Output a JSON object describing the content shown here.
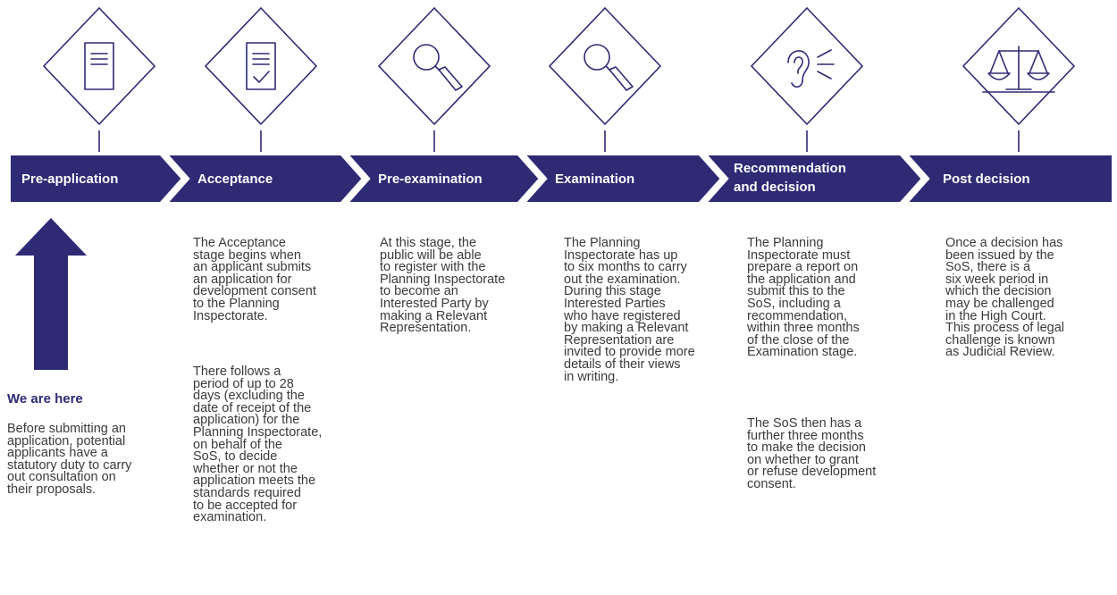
{
  "colors": {
    "navy": "#2e2a74",
    "text": "#3a3a3a",
    "background": "#ffffff"
  },
  "stages": [
    {
      "label": "Pre-application",
      "icon": "document-icon"
    },
    {
      "label": "Acceptance",
      "icon": "checked-document-icon"
    },
    {
      "label": "Pre-examination",
      "icon": "magnifier-icon"
    },
    {
      "label": "Examination",
      "icon": "magnifier-icon"
    },
    {
      "label_line1": "Recommendation",
      "label_line2": "and decision",
      "icon": "ear-icon"
    },
    {
      "label": "Post decision",
      "icon": "scales-icon"
    }
  ],
  "we_are_here": "We are here",
  "descriptions": {
    "pre_application": "Before submitting an\napplication, potential\napplicants have a\nstatutory duty to carry\nout consultation on\ntheir proposals.",
    "acceptance_1": "The Acceptance\nstage begins when\nan applicant submits\nan application for\ndevelopment consent\nto the Planning\nInspectorate.",
    "acceptance_2": "There follows a\nperiod of up to 28\ndays (excluding the\ndate of receipt of the\napplication) for the\nPlanning Inspectorate,\non behalf of the\nSoS, to decide\nwhether or not the\napplication meets the\nstandards required\nto be accepted for\nexamination.",
    "pre_examination": "At this stage, the\npublic will be able\nto register with the\nPlanning Inspectorate\nto become an\nInterested Party by\nmaking a Relevant\nRepresentation.",
    "examination": "The Planning\nInspectorate has up\nto six months to carry\nout the examination.\nDuring this stage\nInterested Parties\nwho have registered\nby making a Relevant\nRepresentation are\ninvited to provide more\ndetails of their views\nin writing.",
    "recommendation_1": "The Planning\nInspectorate must\nprepare a report on\nthe application and\nsubmit this to the\nSoS, including a\nrecommendation,\nwithin three months\nof the close of the\nExamination stage.",
    "recommendation_2": "The SoS then has a\nfurther three months\nto make the decision\non whether to grant\nor refuse development\nconsent.",
    "post_decision": "Once a decision has\nbeen issued by the\nSoS, there is a\nsix week period in\nwhich the decision\nmay be challenged\nin the High Court.\nThis process of legal\nchallenge is known\nas Judicial Review."
  }
}
